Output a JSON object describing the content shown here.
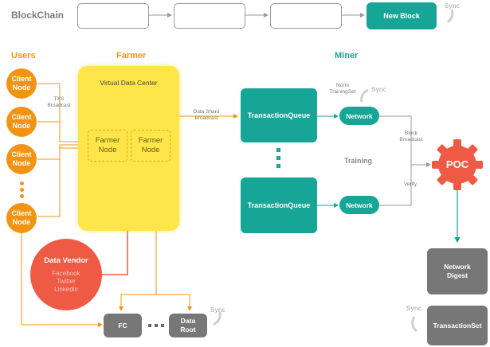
{
  "blockchain": {
    "title": "BlockChain",
    "new_block": "New Block",
    "sync": "Sync"
  },
  "sections": {
    "users": "Users",
    "farmer": "Farmer",
    "miner": "Miner"
  },
  "clients": [
    {
      "line1": "Client",
      "line2": "Node"
    },
    {
      "line1": "Client",
      "line2": "Node"
    },
    {
      "line1": "Client",
      "line2": "Node"
    },
    {
      "line1": "Client",
      "line2": "Node"
    }
  ],
  "labels": {
    "txs_broadcast_1": "TXS",
    "txs_broadcast_2": "Broadcast",
    "data_shard_1": "Data Shard",
    "data_shard_2": "Broadcast",
    "norm_1": "Norm",
    "norm_2": "TrainingSet",
    "block_broadcast_1": "Block",
    "block_broadcast_2": "Broadcast",
    "verify": "Verify",
    "training": "Training"
  },
  "farmer": {
    "datacenter_title": "Virtual Data Center",
    "nodes": [
      {
        "line1": "Farmer",
        "line2": "Node"
      },
      {
        "line1": "Farmer",
        "line2": "Node"
      }
    ]
  },
  "vendor": {
    "title": "Data Vendor",
    "items": [
      "Facebook",
      "Twitter",
      "Linkedin"
    ]
  },
  "storage": {
    "fc": "FC",
    "data_root_1": "Data",
    "data_root_2": "Root",
    "sync": "Sync"
  },
  "miner": {
    "queue_top": "TransactionQueue",
    "queue_bottom": "TransactionQueue",
    "network_top": "Network",
    "network_bottom": "Network",
    "sync": "Sync",
    "poc": "POC",
    "digest_1": "Network",
    "digest_2": "Digest",
    "transaction_set": "TransactionSet",
    "sync_bottom": "Sync"
  },
  "colors": {
    "orange": "#f29413",
    "teal": "#16a596",
    "yellow": "#fde54a",
    "red": "#ef5a45",
    "gray": "#777777"
  }
}
